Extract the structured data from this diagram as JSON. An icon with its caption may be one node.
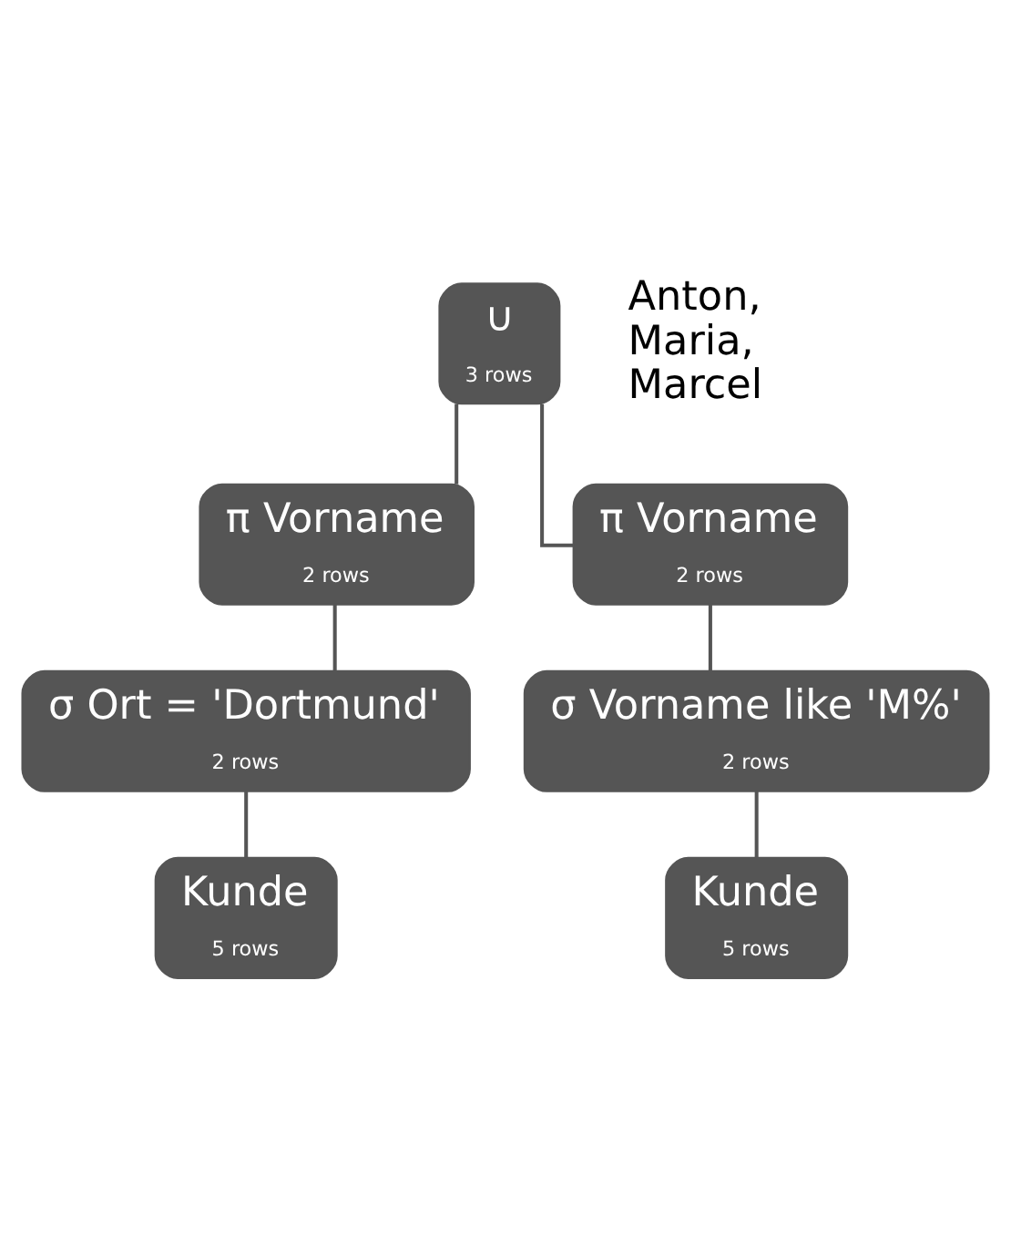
{
  "diagram": {
    "nodes": [
      {
        "text": [
          "∪",
          "3 rows"
        ],
        "beside": [
          "Anton, Maria, Marcel"
        ]
      },
      {
        "text": [
          "π Vorname",
          "2 rows"
        ]
      },
      {
        "text": [
          "π Vorname",
          "2 rows"
        ]
      },
      {
        "text": [
          "σ Ort = 'Dortmund'",
          "2 rows"
        ]
      },
      {
        "text": [
          "σ Vorname like 'M%'",
          "2 rows"
        ]
      },
      {
        "text": [
          "Kunde",
          "5 rows"
        ]
      },
      {
        "text": [
          "Kunde",
          "5 rows"
        ]
      }
    ],
    "edges": [
      {
        "from": 0,
        "to": 1,
        "arrow": "none"
      },
      {
        "from": 0,
        "to": 2,
        "arrow": "none"
      },
      {
        "from": 1,
        "to": 3,
        "arrow": "none"
      },
      {
        "from": 2,
        "to": 4,
        "arrow": "none"
      },
      {
        "from": 3,
        "to": 5,
        "arrow": "none"
      },
      {
        "from": 4,
        "to": 6,
        "arrow": "none"
      }
    ]
  }
}
